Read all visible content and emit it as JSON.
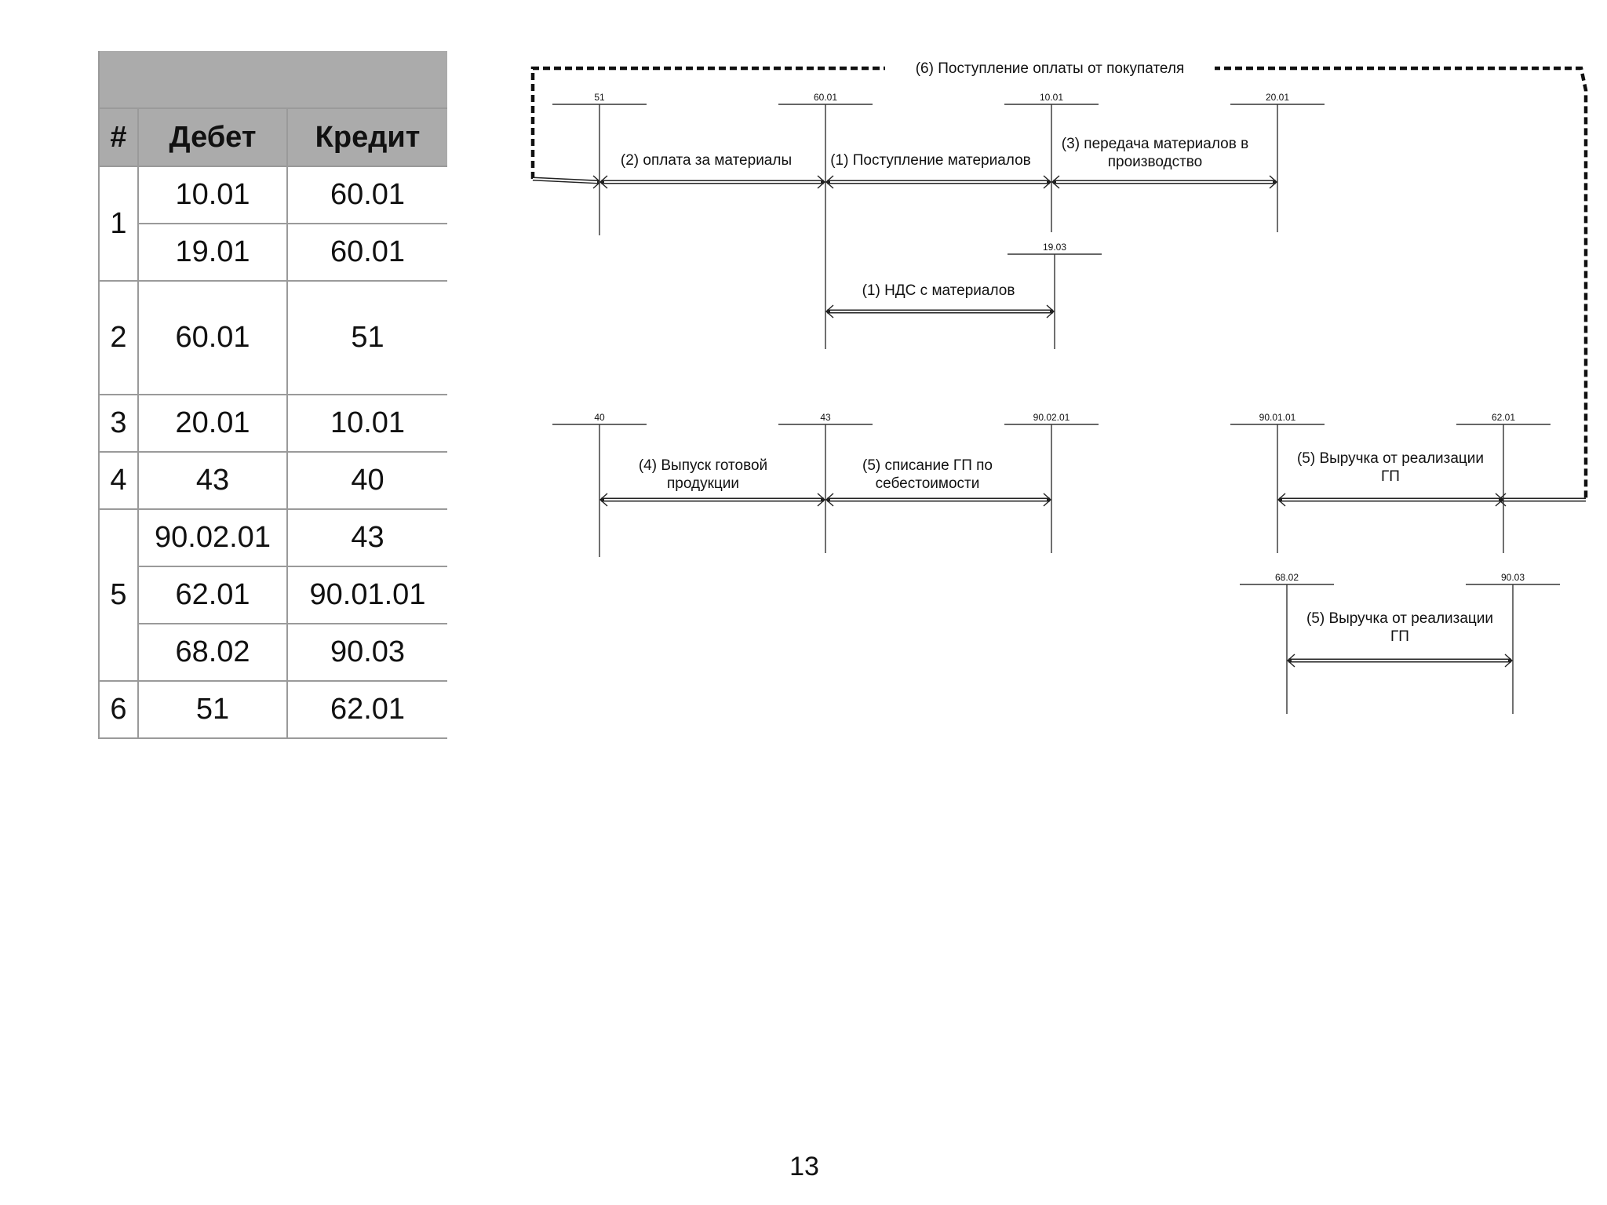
{
  "table": {
    "headers": {
      "num": "#",
      "debit": "Дебет",
      "credit": "Кредит"
    },
    "entries": [
      {
        "num": "1",
        "debit": "10.01",
        "credit": "60.01"
      },
      {
        "num": "",
        "debit": "19.01",
        "credit": "60.01"
      },
      {
        "num": "2",
        "debit": "60.01",
        "credit": "51"
      },
      {
        "num": "3",
        "debit": "20.01",
        "credit": "10.01"
      },
      {
        "num": "4",
        "debit": "43",
        "credit": "40"
      },
      {
        "num": "5",
        "debit": "90.02.01",
        "credit": "43"
      },
      {
        "num": "",
        "debit": "62.01",
        "credit": "90.01.01"
      },
      {
        "num": "",
        "debit": "68.02",
        "credit": "90.03"
      },
      {
        "num": "6",
        "debit": "51",
        "credit": "62.01"
      }
    ]
  },
  "diagram": {
    "caption_payment": "(6) Поступление оплаты от покупателя",
    "accounts": {
      "a51": "51",
      "a6001": "60.01",
      "a1001": "10.01",
      "a2001": "20.01",
      "a1903": "19.03",
      "a40": "40",
      "a43": "43",
      "a900201": "90.02.01",
      "a900101": "90.01.01",
      "a6201": "62.01",
      "a6802": "68.02",
      "a9003": "90.03"
    },
    "flows": {
      "f2": "(2) оплата за материалы",
      "f1": "(1) Поступление материалов",
      "f3_line1": "(3) передача материалов в",
      "f3_line2": "производство",
      "f1vat": "(1) НДС с материалов",
      "f4_line1": "(4) Выпуск готовой",
      "f4_line2": "продукции",
      "f5cost_line1": "(5) списание ГП по",
      "f5cost_line2": "себестоимости",
      "f5rev_line1": "(5) Выручка от реализации",
      "f5rev_line2": "ГП",
      "f5vat_line1": "(5) Выручка от реализации",
      "f5vat_line2": "ГП"
    }
  },
  "page_number": "13"
}
